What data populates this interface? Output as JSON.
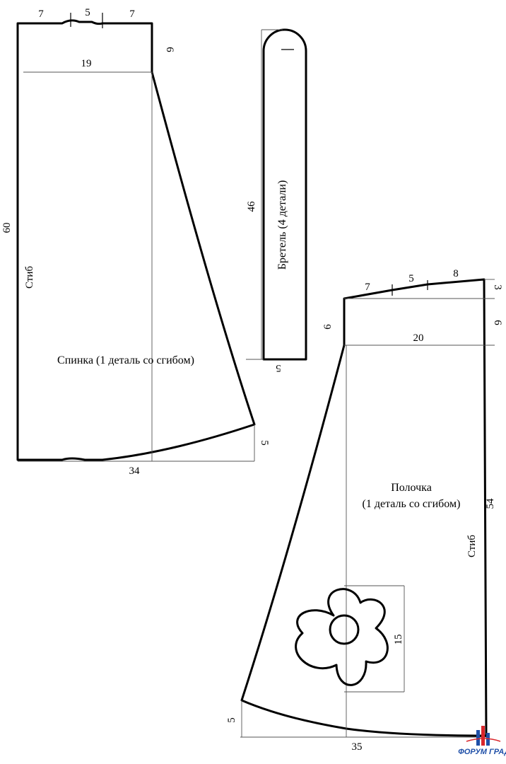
{
  "back_piece": {
    "name": "Спинка (1 деталь со сгибом)",
    "fold_label": "Стиб",
    "dim_top_left": "7",
    "dim_top_mid": "5",
    "dim_top_right": "7",
    "dim_width": "19",
    "dim_right_top": "6",
    "dim_length": "60",
    "dim_hem_width": "34",
    "dim_hem_rise": "5"
  },
  "strap": {
    "name": "Бретель (4 детали)",
    "dim_length": "46",
    "dim_width": "5"
  },
  "front_piece": {
    "name_line1": "Полочка",
    "name_line2": "(1 деталь со сгибом)",
    "fold_label": "Стиб",
    "dim_top_left": "7",
    "dim_top_mid": "5",
    "dim_top_right": "8",
    "dim_right_top": "3",
    "dim_right_mid": "6",
    "dim_left_top": "6",
    "dim_width": "20",
    "dim_length": "54",
    "dim_hem_width": "35",
    "dim_hem_rise": "5",
    "dim_flower": "15"
  },
  "logo": {
    "text": "ФОРУМ ГРАД",
    "colors": {
      "blue": "#1f4fa8",
      "red": "#d9262b"
    }
  }
}
